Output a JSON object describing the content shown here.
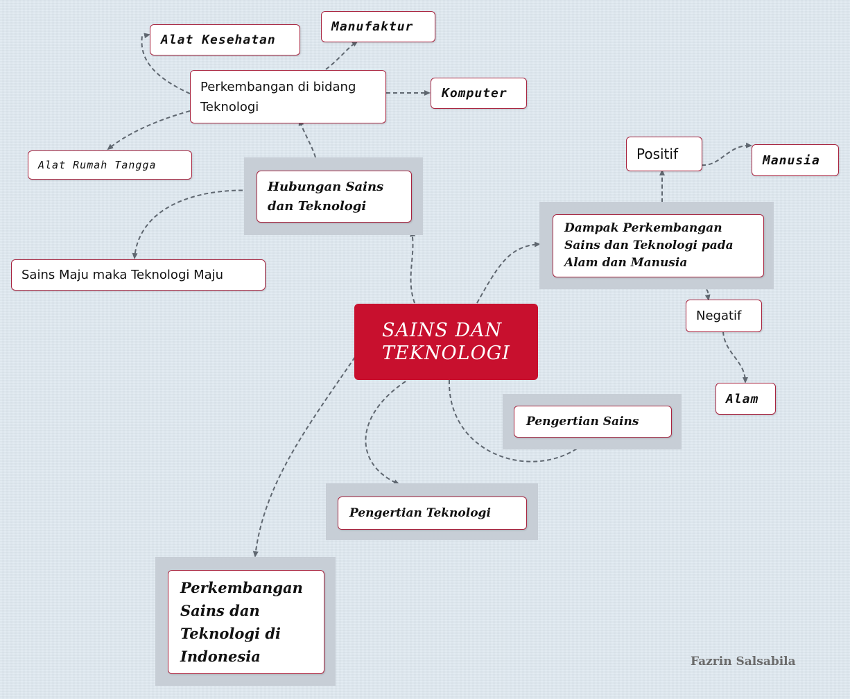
{
  "central": {
    "label": "SAINS DAN TEKNOLOGI"
  },
  "hubungan": {
    "title": "Hubungan Sains dan Teknologi",
    "sub_topic": "Sains Maju maka Teknologi Maju",
    "perkembangan": {
      "label": "Perkembangan di bidang Teknologi",
      "children": [
        "Alat Kesehatan",
        "Manufaktur",
        "Komputer",
        "Alat Rumah Tangga"
      ]
    }
  },
  "dampak": {
    "title": "Dampak Perkembangan Sains dan Teknologi pada Alam dan Manusia",
    "positif": {
      "label": "Positif",
      "child": "Manusia"
    },
    "negatif": {
      "label": "Negatif",
      "child": "Alam"
    }
  },
  "pengertian_sains": "Pengertian Sains",
  "pengertian_teknologi": "Pengertian Teknologi",
  "perkembangan_indonesia": "Perkembangan Sains dan Teknologi di Indonesia",
  "author": "Fazrin Salsabila",
  "colors": {
    "accent": "#c8102e",
    "border": "#a8243f",
    "background": "#dde7ef",
    "connector": "#5f6770"
  }
}
